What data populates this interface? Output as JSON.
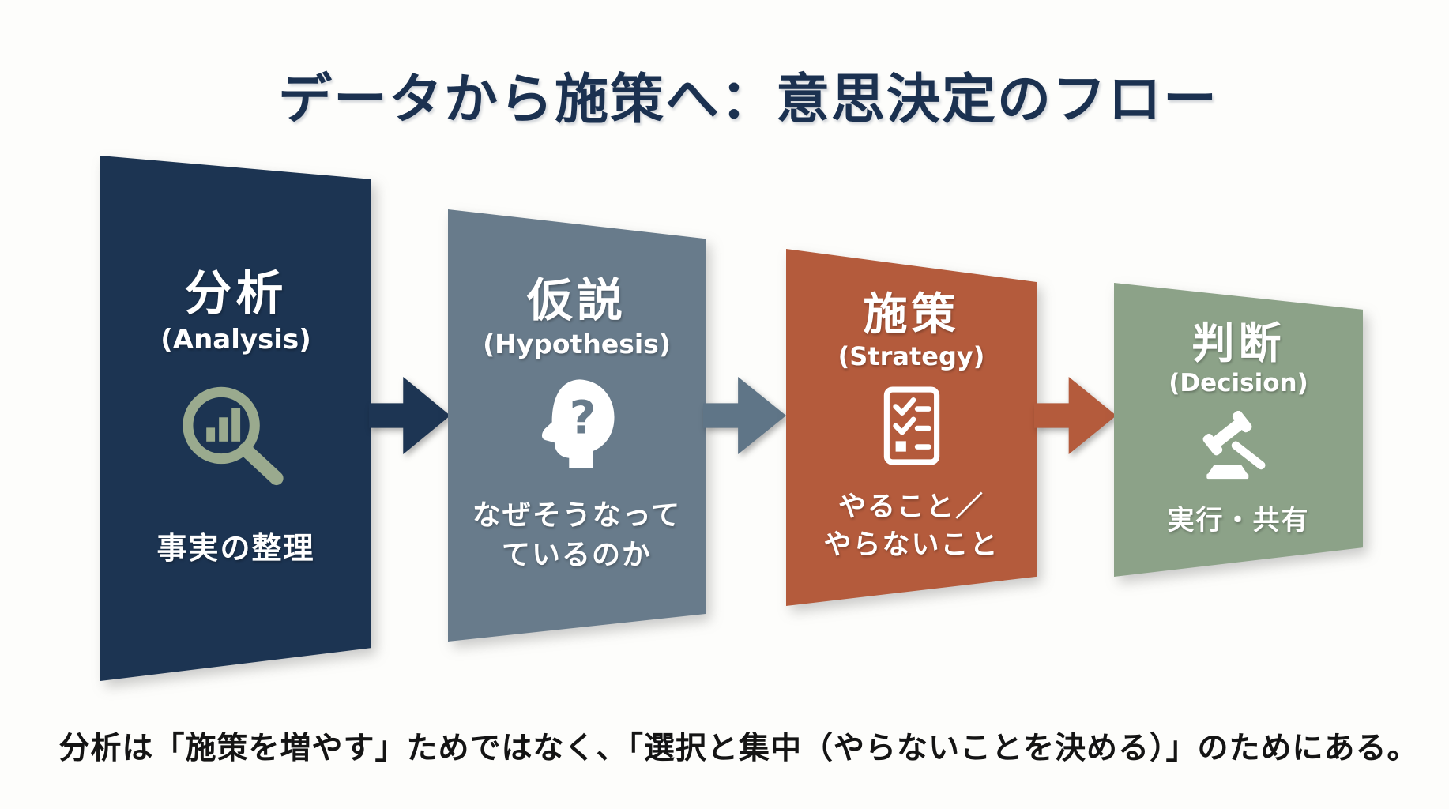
{
  "title": "データから施策へ：意思決定のフロー",
  "title_color": "#1b3150",
  "background_color": "#fdfdfb",
  "steps": [
    {
      "jp": "分析",
      "en": "(Analysis)",
      "desc": "事実の整理",
      "icon": "magnifying-glass-bar-chart-icon",
      "color": "#1c3452",
      "icon_color": "#9aaa8e"
    },
    {
      "jp": "仮説",
      "en": "(Hypothesis)",
      "desc_lines": [
        "なぜそうなって",
        "ているのか"
      ],
      "icon": "head-question-mark-icon",
      "icon_glyph": "?",
      "color": "#687b8b",
      "icon_color": "#ffffff"
    },
    {
      "jp": "施策",
      "en": "(Strategy)",
      "desc_lines": [
        "やること／",
        "やらないこと"
      ],
      "icon": "checklist-icon",
      "color": "#b45b3c",
      "icon_color": "#ffffff"
    },
    {
      "jp": "判断",
      "en": "(Decision)",
      "desc": "実行・共有",
      "icon": "gavel-icon",
      "color": "#8ca288",
      "icon_color": "#ffffff"
    }
  ],
  "arrows": [
    {
      "color": "#1d3553"
    },
    {
      "color": "#5f7587"
    },
    {
      "color": "#b45b3c"
    }
  ],
  "footer": "分析は「施策を増やす」ためではなく、「選択と集中（やらないことを決める）」のためにある。",
  "footer_color": "#141414"
}
